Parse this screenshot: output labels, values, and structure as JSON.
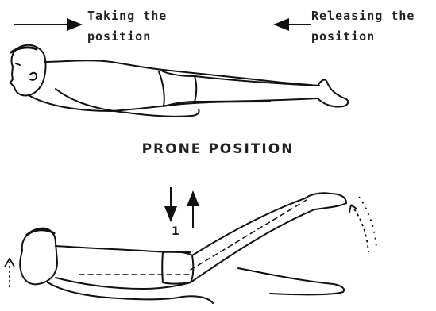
{
  "labels": {
    "taking": [
      "Taking the",
      "position"
    ],
    "releasing": [
      "Releasing the",
      "position"
    ],
    "title": "PRONE POSITION",
    "step": "1"
  }
}
